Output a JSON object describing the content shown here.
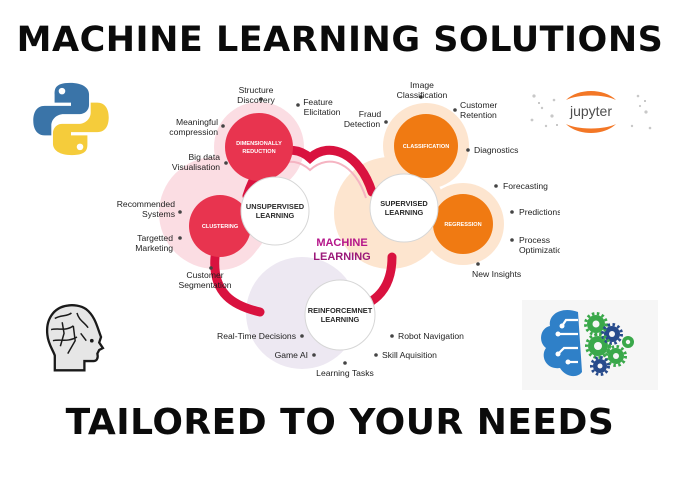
{
  "title": "MACHINE LEARNING SOLUTIONS",
  "tagline": "TAILORED TO YOUR NEEDS",
  "jupyter_text": "jupyter",
  "icons": {
    "top_left": "python-logo",
    "top_right": "jupyter-logo",
    "bottom_left": "ai-head-icon",
    "bottom_right": "brain-gear-icon"
  },
  "colors": {
    "ribbon": "#d9123f",
    "unsupervised_accent": "#e8344f",
    "supervised_accent": "#f07a12",
    "reinforcement_accent": "#c9bfd8"
  },
  "diagram": {
    "center": {
      "line1": "MACHINE",
      "line2": "LEARNING"
    },
    "unsupervised": {
      "line1": "UNSUPERVISED",
      "line2": "LEARNING"
    },
    "supervised": {
      "line1": "SUPERVISED",
      "line2": "LEARNING"
    },
    "reinforcement": {
      "line1": "REINFORCEMNET",
      "line2": "LEARNING"
    },
    "dimensionality": {
      "line1": "DIMENSIONALLY",
      "line2": "REDUCTION"
    },
    "clustering": {
      "label": "CLUSTERING"
    },
    "classification": {
      "label": "CLASSIFICATION"
    },
    "regression": {
      "label": "REGRESSION"
    },
    "labels": {
      "structure_1": "Structure",
      "structure_2": "Discovery",
      "feature_1": "Feature",
      "feature_2": "Elicitation",
      "meaningful_1": "Meaningful",
      "meaningful_2": "compression",
      "bigdata_1": "Big data",
      "bigdata_2": "Visualisation",
      "recommended_1": "Recommended",
      "recommended_2": "Systems",
      "targetted_1": "Targetted",
      "targetted_2": "Marketing",
      "customer_seg_1": "Customer",
      "customer_seg_2": "Segmentation",
      "image_1": "Image",
      "image_2": "Classification",
      "fraud_1": "Fraud",
      "fraud_2": "Detection",
      "retention_1": "Customer",
      "retention_2": "Retention",
      "diagnostics": "Diagnostics",
      "forecasting": "Forecasting",
      "predictions": "Predictions",
      "process_1": "Process",
      "process_2": "Optimization",
      "new_insights": "New Insights",
      "realtime": "Real-Time Decisions",
      "game_ai": "Game AI",
      "robot": "Robot Navigation",
      "skill": "Skill Aquisition",
      "learning_tasks": "Learning Tasks"
    }
  }
}
